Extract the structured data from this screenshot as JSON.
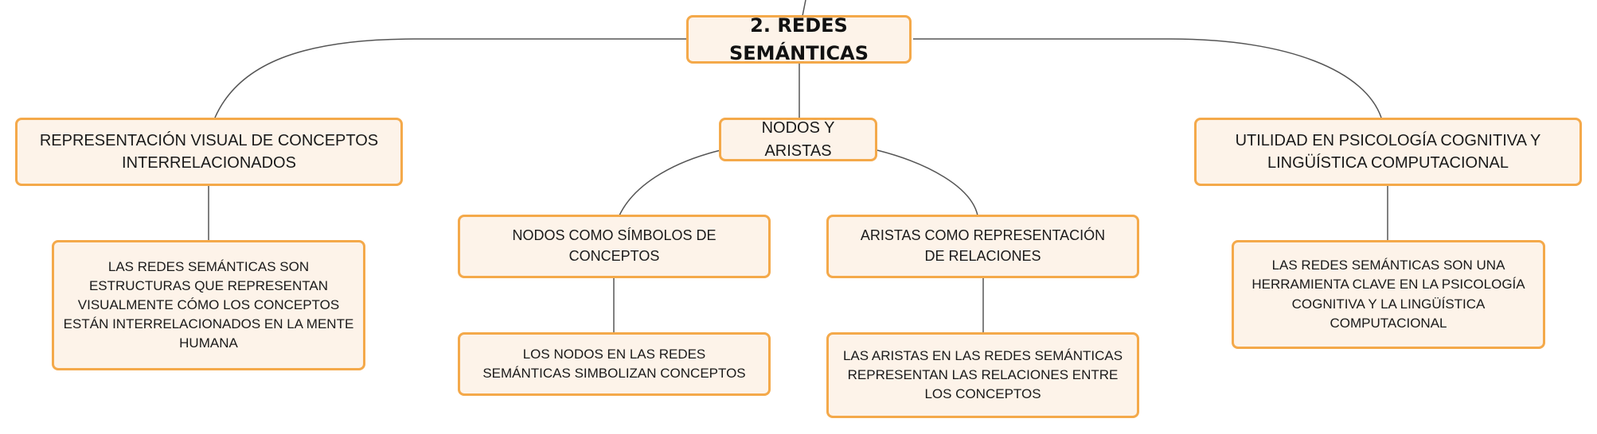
{
  "colors": {
    "node_fill": "#fdf3e9",
    "node_border": "#f4a94a",
    "connector": "#555555"
  },
  "root": {
    "label": "2. REDES SEMÁNTICAS"
  },
  "branches": {
    "representacion": {
      "label": "REPRESENTACIÓN VISUAL DE CONCEPTOS INTERRELACIONADOS",
      "detail": "LAS REDES SEMÁNTICAS SON ESTRUCTURAS QUE REPRESENTAN VISUALMENTE CÓMO LOS CONCEPTOS ESTÁN INTERRELACIONADOS EN LA MENTE HUMANA"
    },
    "nodos_aristas": {
      "label": "NODOS Y ARISTAS",
      "nodos": {
        "label": "NODOS COMO SÍMBOLOS DE CONCEPTOS",
        "detail": "LOS NODOS EN LAS REDES SEMÁNTICAS SIMBOLIZAN CONCEPTOS"
      },
      "aristas": {
        "label": "ARISTAS COMO REPRESENTACIÓN DE RELACIONES",
        "detail": "LAS ARISTAS EN LAS REDES SEMÁNTICAS REPRESENTAN LAS RELACIONES ENTRE LOS CONCEPTOS"
      }
    },
    "utilidad": {
      "label": "UTILIDAD EN PSICOLOGÍA COGNITIVA Y LINGÜÍSTICA COMPUTACIONAL",
      "detail": "LAS REDES SEMÁNTICAS SON UNA HERRAMIENTA CLAVE EN LA PSICOLOGÍA COGNITIVA Y LA LINGÜÍSTICA COMPUTACIONAL"
    }
  }
}
